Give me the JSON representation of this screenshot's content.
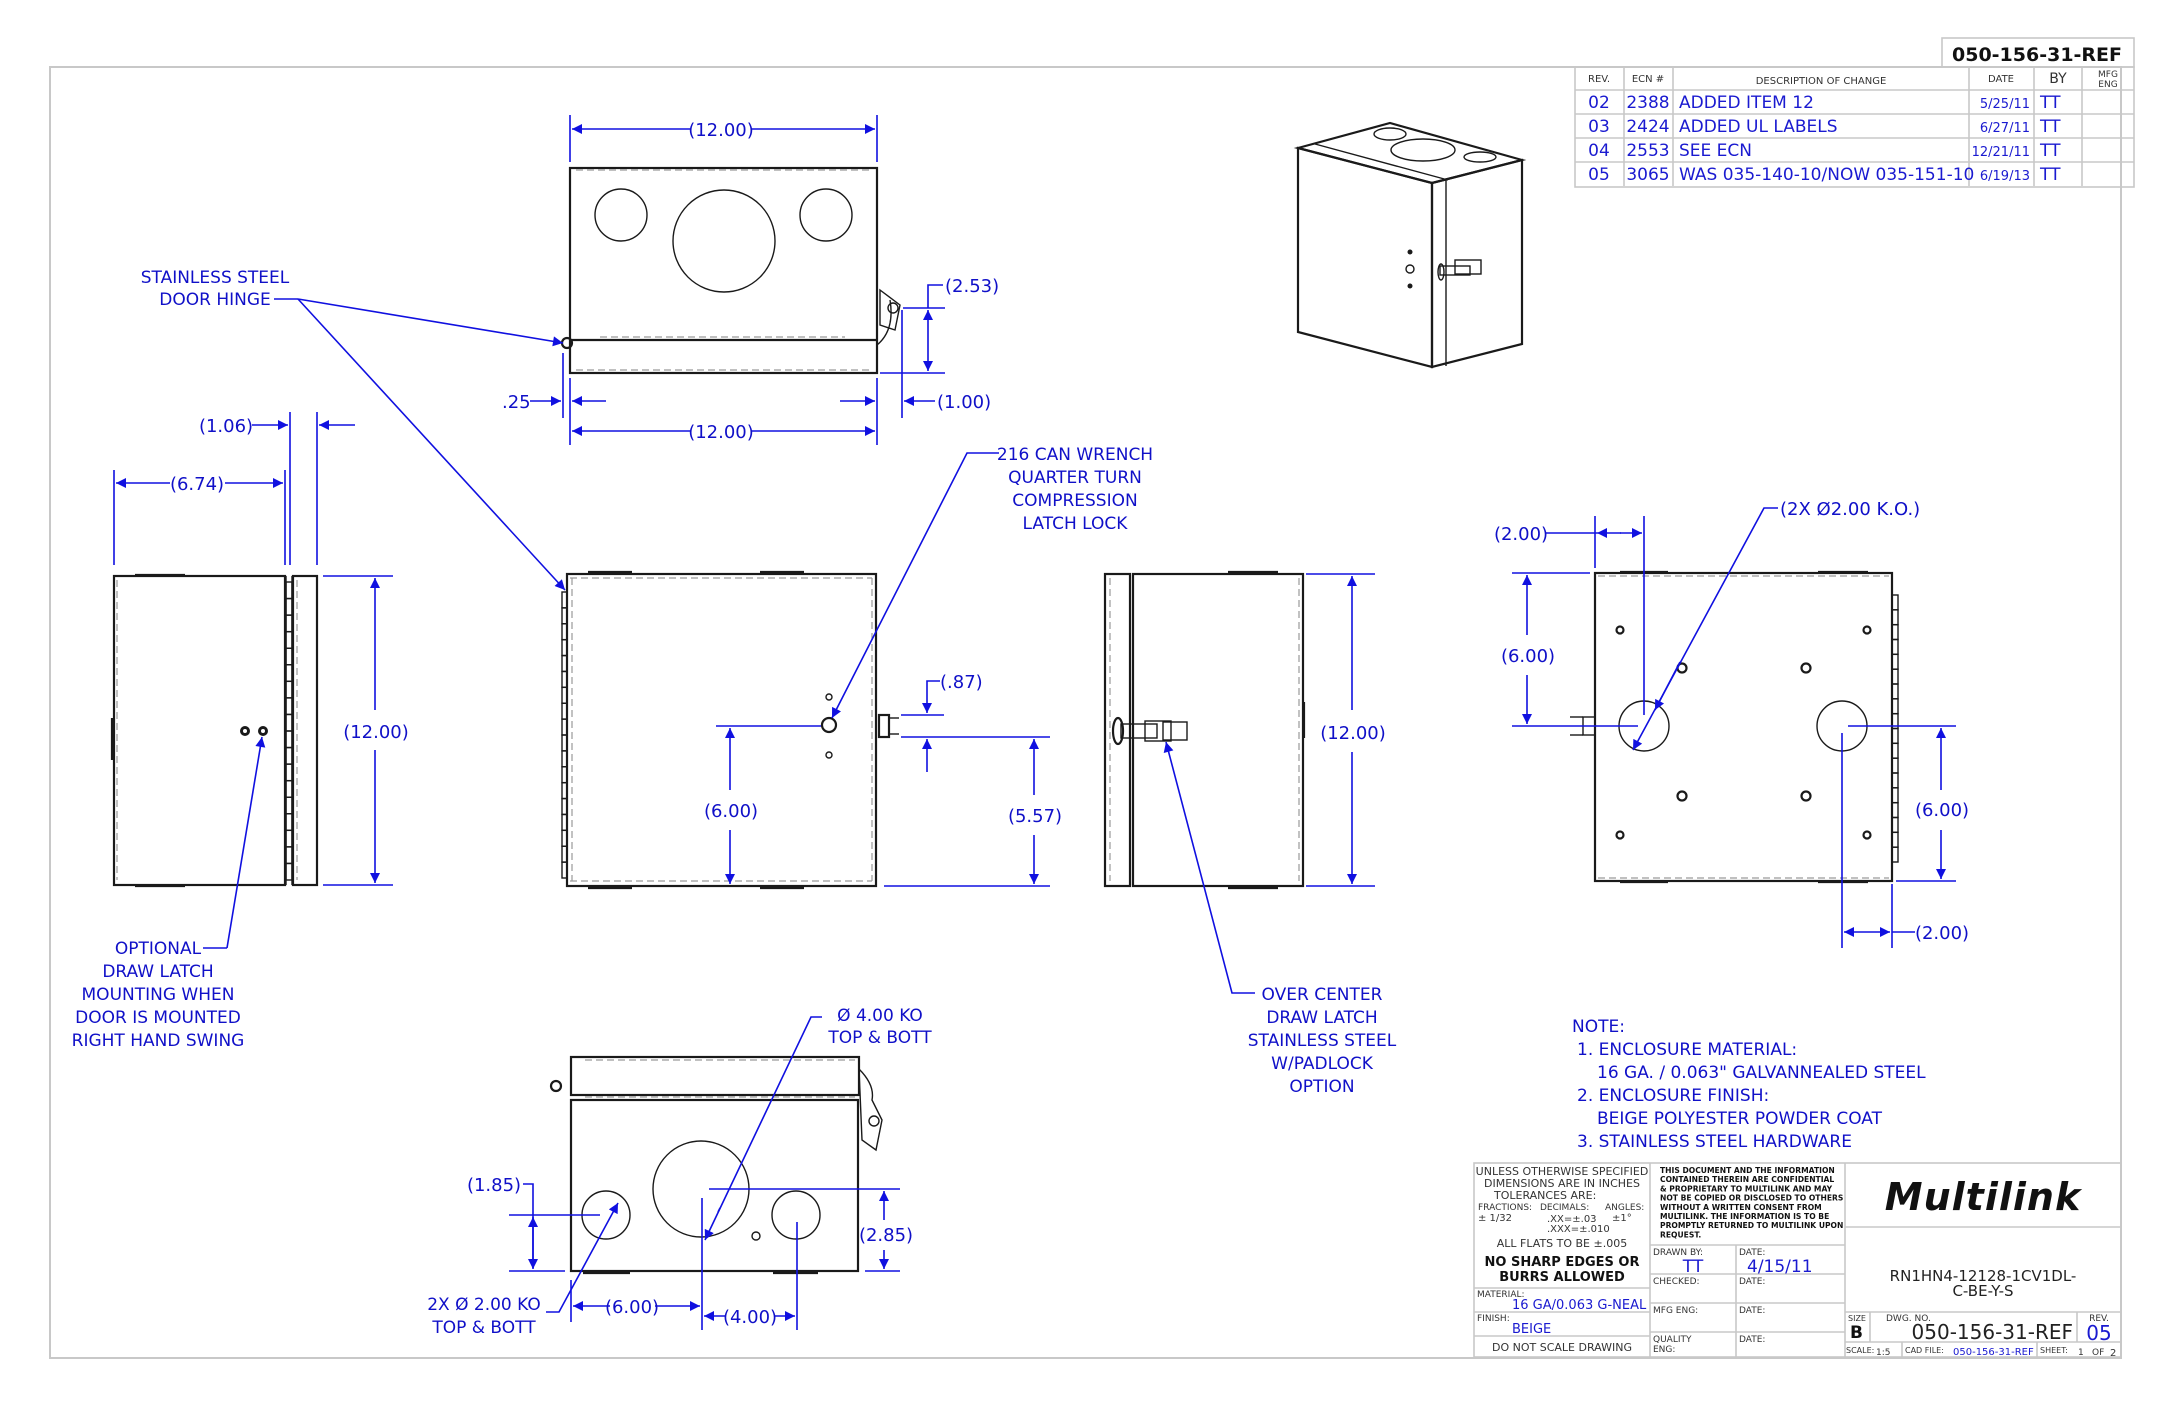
{
  "drawing_number_top": "050-156-31-REF",
  "revision_table": {
    "headers": [
      "REV.",
      "ECN #",
      "DESCRIPTION OF CHANGE",
      "DATE",
      "BY",
      "MFG",
      "ENG"
    ],
    "rows": [
      {
        "rev": "02",
        "ecn": "2388",
        "description": "ADDED ITEM 12",
        "date": "5/25/11",
        "by": "TT",
        "mfg_eng": ""
      },
      {
        "rev": "03",
        "ecn": "2424",
        "description": "ADDED UL LABELS",
        "date": "6/27/11",
        "by": "TT",
        "mfg_eng": ""
      },
      {
        "rev": "04",
        "ecn": "2553",
        "description": "SEE ECN",
        "date": "12/21/11",
        "by": "TT",
        "mfg_eng": ""
      },
      {
        "rev": "05",
        "ecn": "3065",
        "description": "WAS 035-140-10/NOW 035-151-10",
        "date": "6/19/13",
        "by": "TT",
        "mfg_eng": ""
      }
    ]
  },
  "callouts": {
    "door_hinge": [
      "STAINLESS STEEL",
      "DOOR HINGE"
    ],
    "can_wrench": [
      "216 CAN WRENCH",
      "QUARTER TURN",
      "COMPRESSION",
      "LATCH LOCK"
    ],
    "optional_latch": [
      "OPTIONAL",
      "DRAW LATCH",
      "MOUNTING WHEN",
      "DOOR IS MOUNTED",
      "RIGHT HAND SWING"
    ],
    "over_center": [
      "OVER CENTER",
      "DRAW LATCH",
      "STAINLESS STEEL",
      "W/PADLOCK",
      "OPTION"
    ],
    "ko_4": [
      "Ø 4.00 KO",
      "TOP & BOTT"
    ],
    "ko_2_bottom": [
      "2X Ø 2.00 KO",
      "TOP & BOTT"
    ],
    "ko_2_back": "(2X Ø2.00 K.O.)"
  },
  "dimensions": {
    "top_width_upper": "(12.00)",
    "top_width_lower": "(12.00)",
    "top_offset": ".25",
    "top_latch_depth": "(2.53)",
    "top_latch_offset": "(1.00)",
    "side_depth": "(6.74)",
    "side_door": "(1.06)",
    "side_height": "(12.00)",
    "front_lock_height": "(6.00)",
    "front_latch_width": "(.87)",
    "front_latch_height": "(5.57)",
    "right_height": "(12.00)",
    "back_ko_x": "(2.00)",
    "back_ko_y": "(6.00)",
    "back_ko_y2": "(6.00)",
    "back_ko_x2": "(2.00)",
    "bottom_small_ko_h": "(1.85)",
    "bottom_large_ko_h": "(2.85)",
    "bottom_ko_x1": "(6.00)",
    "bottom_ko_x2": "(4.00)"
  },
  "notes": {
    "title": "NOTE:",
    "lines": [
      "1. ENCLOSURE MATERIAL:",
      "16 GA. / 0.063\" GALVANNEALED STEEL",
      "2. ENCLOSURE FINISH:",
      "BEIGE POLYESTER POWDER COAT",
      "3. STAINLESS STEEL HARDWARE"
    ]
  },
  "title_block": {
    "tolerances": {
      "line1": "UNLESS OTHERWISE SPECIFIED",
      "line2": "DIMENSIONS ARE IN INCHES",
      "line3": "TOLERANCES ARE:",
      "fractions_label": "FRACTIONS:",
      "fractions_value": "± 1/32",
      "decimals_label": "DECIMALS:",
      "decimals_xx": ".XX=±.03",
      "decimals_xxx": ".XXX=±.010",
      "angles_label": "ANGLES:",
      "angles_value": "±1°",
      "flats": "ALL FLATS TO BE ±.005"
    },
    "no_sharp_1": "NO SHARP EDGES OR",
    "no_sharp_2": "BURRS ALLOWED",
    "material_label": "MATERIAL:",
    "material_value": "16 GA/0.063 G-NEAL",
    "finish_label": "FINISH:",
    "finish_value": "BEIGE",
    "do_not_scale": "DO NOT SCALE DRAWING",
    "confidential": [
      "THIS DOCUMENT AND THE INFORMATION",
      "CONTAINED THEREIN ARE CONFIDENTIAL",
      "& PROPRIETARY TO MULTILINK AND MAY",
      "NOT BE COPIED OR DISCLOSED TO OTHERS",
      "WITHOUT A WRITTEN CONSENT FROM",
      "MULTILINK. THE INFORMATION IS TO BE",
      "PROMPTLY RETURNED TO MULTILINK UPON",
      "REQUEST."
    ],
    "drawn_by_label": "DRAWN BY:",
    "drawn_by_value": "TT",
    "date_label": "DATE:",
    "drawn_date": "4/15/11",
    "checked_label": "CHECKED:",
    "mfg_eng_label": "MFG ENG:",
    "quality_label_1": "QUALITY",
    "quality_label_2": "ENG:",
    "logo": "Multilink",
    "part_number_1": "RN1HN4-12128-1CV1DL-",
    "part_number_2": "C-BE-Y-S",
    "size_label": "SIZE",
    "size_value": "B",
    "dwg_no_label": "DWG. NO.",
    "dwg_no_value": "050-156-31-REF",
    "rev_label": "REV.",
    "rev_value": "05",
    "scale_label": "SCALE:",
    "scale_value": "1:5",
    "cad_file_label": "CAD  FILE:",
    "cad_file_value": "050-156-31-REF",
    "sheet_label": "SHEET:",
    "sheet_value": "1",
    "sheet_of": "OF",
    "sheet_total": "2"
  },
  "colors": {
    "dimension": "#1010e0",
    "text_blue": "#1010c8",
    "outline": "#1a1a1a",
    "grid": "#c8c8c8"
  }
}
